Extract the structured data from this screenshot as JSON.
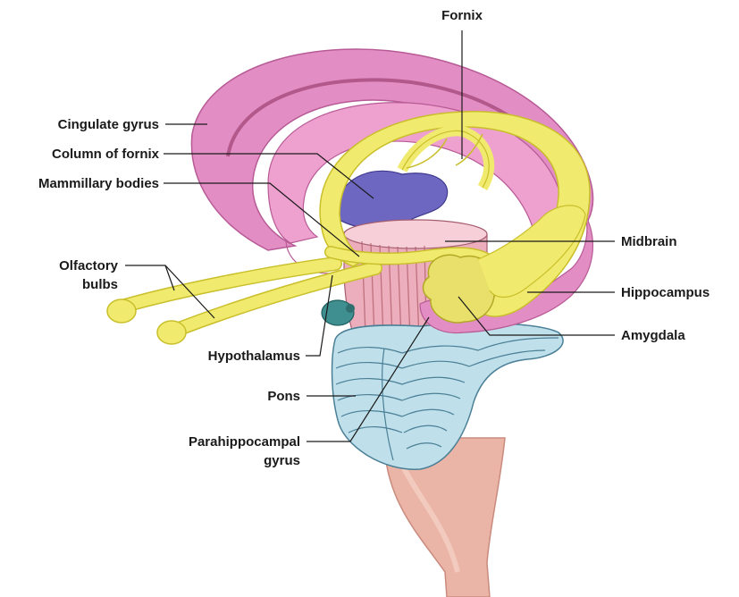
{
  "labels": {
    "fornix": "Fornix",
    "cingulate_gyrus": "Cingulate gyrus",
    "column_of_fornix": "Column of fornix",
    "mammillary_bodies": "Mammillary bodies",
    "olfactory_bulbs_line1": "Olfactory",
    "olfactory_bulbs_line2": "bulbs",
    "midbrain": "Midbrain",
    "hippocampus": "Hippocampus",
    "amygdala": "Amygdala",
    "hypothalamus": "Hypothalamus",
    "pons": "Pons",
    "parahippocampal_line1": "Parahippocampal",
    "parahippocampal_line2": "gyrus"
  },
  "colors": {
    "cingulate": "#e28ec4",
    "cingulate_dark": "#c4619f",
    "limbic_yellow": "#f0ea6e",
    "yellow_outline": "#c9bf2a",
    "mammillary_blue": "#6d67c2",
    "midbrain_pink": "#f2b8c6",
    "pons_blue": "#bfe0ea",
    "pons_outline": "#4a7f96",
    "brainstem": "#eab4a6",
    "hypothalamus_teal": "#3f8f90"
  }
}
